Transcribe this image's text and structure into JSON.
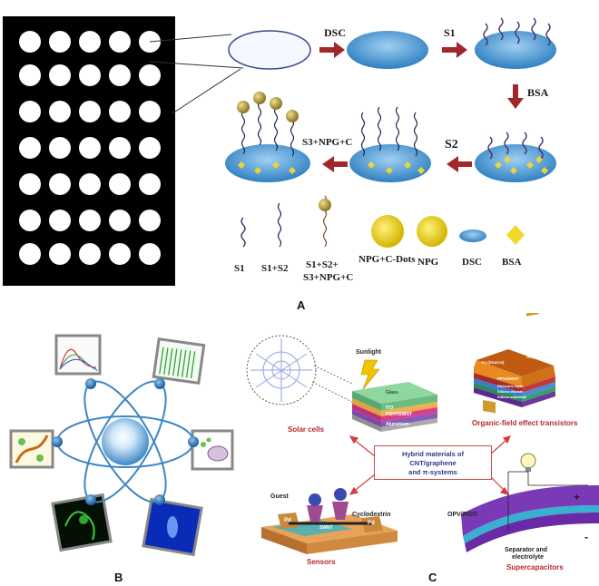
{
  "panel_a": {
    "letter": "A",
    "steps": {
      "dsc": "DSC",
      "s1": "S1",
      "bsa": "BSA",
      "s2": "S2",
      "s3": "S3+NPG+C"
    },
    "legend": {
      "s1": "S1",
      "s1s2": "S1+S2",
      "s1s2s3_line1": "S1+S2+",
      "s1s2s3_line2": "S3+NPG+C",
      "npgc": "NPG+C-Dots",
      "npg": "NPG",
      "dsc": "DSC",
      "bsa": "BSA"
    },
    "colors": {
      "arrow": "#a0282a",
      "disc": "#4a9ad6",
      "particle": "#b59a3c",
      "bsa": "#e8d63a"
    }
  },
  "panel_b": {
    "letter": "B"
  },
  "panel_c": {
    "letter": "C",
    "center_line1": "Hybrid materials of CNT/graphene",
    "center_line2": "and π-systems",
    "solar_cells": "Solar cells",
    "sunlight": "Sunlight",
    "solar_layers": [
      "Glass",
      "ITO",
      "P3HT/SWNT",
      "Aluminium"
    ],
    "ofet": "Organic-field effect transistors",
    "ofet_layers": [
      "Au (Source)",
      "Au (Drain)",
      "PPV/SWNT",
      "Dielectric layer",
      "Silicon dioxide",
      "Silicon substrate"
    ],
    "sensors": "Sensors",
    "guest": "Guest",
    "cyclodextrin": "Cyclodextrin",
    "pd": "Pd",
    "swnt": "SWNT",
    "supercapacitors": "Supercapacitors",
    "opv": "OPV/RGO",
    "separator_line1": "Separator and",
    "separator_line2": "electrolyte",
    "plus": "+",
    "minus": "-"
  }
}
